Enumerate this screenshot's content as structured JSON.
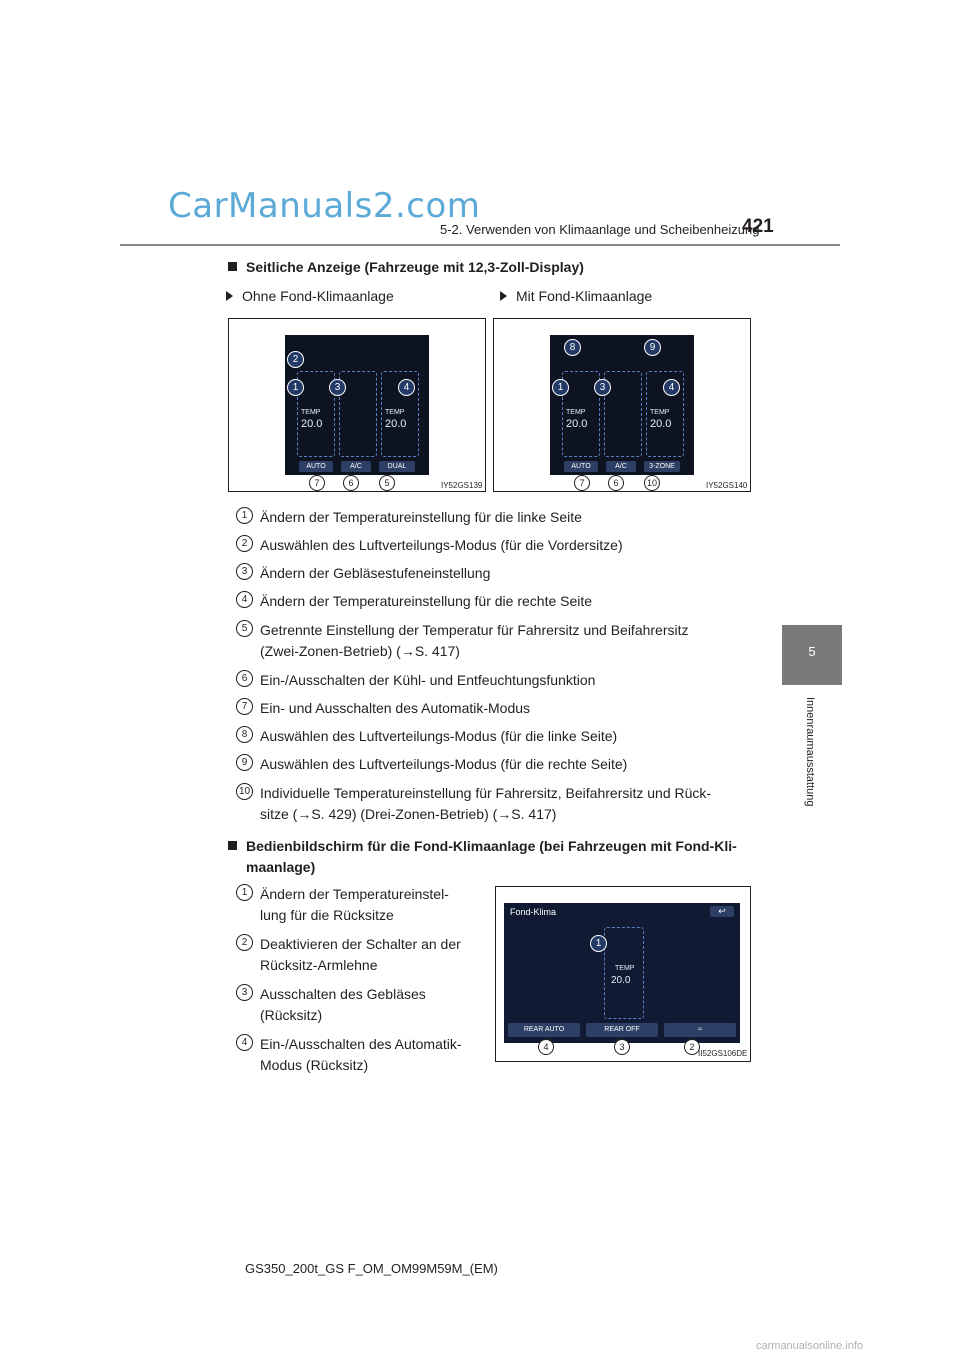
{
  "header": {
    "watermark_top": "CarManuals2.com",
    "section_title": "5-2. Verwenden von Klimaanlage und Scheibenheizung",
    "page_number": "421"
  },
  "side_tab": {
    "chapter_number": "5",
    "chapter_label": "Innenraumausstattung"
  },
  "section1": {
    "heading": "Seitliche Anzeige (Fahrzeuge mit 12,3-Zoll-Display)",
    "left_subheading": "Ohne Fond-Klimaanlage",
    "right_subheading": "Mit Fond-Klimaanlage",
    "left_figure": {
      "code": "IY52GS139",
      "temp_label": "TEMP",
      "temp_left": "20.0",
      "temp_right": "20.0",
      "btn_auto": "AUTO",
      "btn_ac": "A/C",
      "btn_dual": "DUAL",
      "callouts": [
        "2",
        "1",
        "3",
        "4",
        "7",
        "6",
        "5"
      ]
    },
    "right_figure": {
      "code": "IY52GS140",
      "temp_label": "TEMP",
      "temp_left": "20.0",
      "temp_right": "20.0",
      "btn_auto": "AUTO",
      "btn_ac": "A/C",
      "btn_3zone": "3-ZONE",
      "callouts": [
        "8",
        "9",
        "1",
        "3",
        "4",
        "7",
        "6",
        "10"
      ]
    },
    "items": [
      {
        "num": "1",
        "text": "Ändern der Temperatureinstellung für die linke Seite"
      },
      {
        "num": "2",
        "text": "Auswählen des Luftverteilungs-Modus (für die Vordersitze)"
      },
      {
        "num": "3",
        "text": "Ändern der Gebläsestufeneinstellung"
      },
      {
        "num": "4",
        "text": "Ändern der Temperatureinstellung für die rechte Seite"
      },
      {
        "num": "5",
        "line1": "Getrennte Einstellung der Temperatur für Fahrersitz und Beifahrersitz",
        "line2": "(Zwei-Zonen-Betrieb) (→S. 417)"
      },
      {
        "num": "6",
        "text": "Ein-/Ausschalten der Kühl- und Entfeuchtungsfunktion"
      },
      {
        "num": "7",
        "text": "Ein- und Ausschalten des Automatik-Modus"
      },
      {
        "num": "8",
        "text": "Auswählen des Luftverteilungs-Modus (für die linke Seite)"
      },
      {
        "num": "9",
        "text": "Auswählen des Luftverteilungs-Modus (für die rechte Seite)"
      },
      {
        "num": "10",
        "line1": "Individuelle Temperatureinstellung für Fahrersitz, Beifahrersitz und Rück-",
        "line2": "sitze (→S. 429) (Drei-Zonen-Betrieb) (→S. 417)"
      }
    ]
  },
  "section2": {
    "heading_line1": "Bedienbildschirm für die Fond-Klimaanlage (bei Fahrzeugen mit Fond-Kli-",
    "heading_line2": "maanlage)",
    "figure": {
      "screen_title": "Fond-Klima",
      "temp_label": "TEMP",
      "temp_value": "20.0",
      "btn_rear_auto": "REAR AUTO",
      "btn_rear_off": "REAR OFF",
      "code": "II52GS106DE",
      "callouts": [
        "1",
        "4",
        "3",
        "2"
      ]
    },
    "items": [
      {
        "num": "1",
        "line1": "Ändern der Temperatureinstel-",
        "line2": "lung für die Rücksitze"
      },
      {
        "num": "2",
        "line1": "Deaktivieren der Schalter an der",
        "line2": "Rücksitz-Armlehne"
      },
      {
        "num": "3",
        "line1": "Ausschalten des Gebläses",
        "line2": "(Rücksitz)"
      },
      {
        "num": "4",
        "line1": "Ein-/Ausschalten des Automatik-",
        "line2": "Modus (Rücksitz)"
      }
    ]
  },
  "footer": {
    "model_code": "GS350_200t_GS F_OM_OM99M59M_(EM)",
    "watermark_bottom": "carmanualsonline.info"
  },
  "colors": {
    "text": "#231f20",
    "tab_gray": "#7a7a7a",
    "screen_bg": "#0d1320",
    "watermark_blue": "#5aa9d6"
  }
}
